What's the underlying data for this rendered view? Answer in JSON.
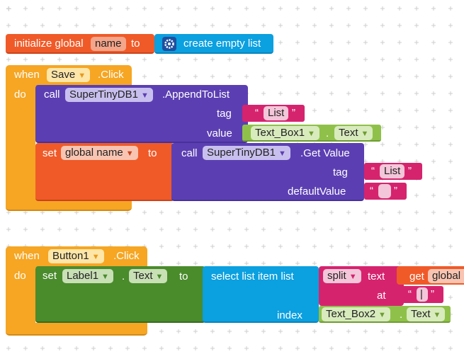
{
  "block1": {
    "init_label": "initialize global",
    "var_name": "name",
    "to_label": "to",
    "gear_icon": "gear-icon",
    "create_list_label": "create empty list"
  },
  "block2": {
    "when_label": "when",
    "component": "Save",
    "event": ".Click",
    "do_label": "do",
    "call_label": "call",
    "db_component": "SuperTinyDB1",
    "method": ".AppendToList",
    "tag_label": "tag",
    "tag_quote_open": "“",
    "tag_value": "List",
    "tag_quote_close": "”",
    "value_label": "value",
    "textbox_component": "Text_Box1",
    "dot": ".",
    "textbox_prop": "Text",
    "set_label": "set",
    "set_var": "global name",
    "set_to_label": "to",
    "call2_label": "call",
    "db2_component": "SuperTinyDB1",
    "method2": ".Get Value",
    "tag2_label": "tag",
    "tag2_value": "List",
    "default_label": "defaultValue",
    "default_value": ""
  },
  "block3": {
    "when_label": "when",
    "component": "Button1",
    "event": ".Click",
    "do_label": "do",
    "set_label": "set",
    "label_component": "Label1",
    "dot": ".",
    "label_prop": "Text",
    "to_label": "to",
    "select_label": "select list item  list",
    "split_label": "split",
    "text_label": "text",
    "get_label": "get",
    "global_label": "global",
    "at_label": "at",
    "at_value": "|",
    "index_label": "index",
    "textbox_component": "Text_Box2",
    "textbox_prop": "Text"
  },
  "colors": {
    "variables": "#f05a28",
    "lists": "#0ba0e0",
    "control": "#f6a623",
    "procedures": "#5b3fb2",
    "text": "#d6236e",
    "components": "#4a8b2c",
    "component_light": "#8fc14a"
  }
}
